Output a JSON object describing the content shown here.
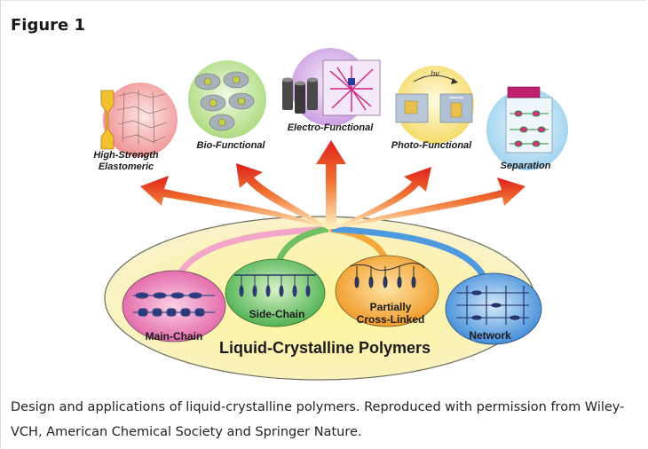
{
  "figure": {
    "title": "Figure 1",
    "caption": "Design and applications of liquid-crystalline polymers. Reproduced with permission from Wiley-VCH, American Chemical Society and Springer Nature."
  },
  "diagram": {
    "base_label": "Liquid-Crystalline Polymers",
    "architectures": [
      {
        "label": "Main-Chain",
        "color": "#e05aa0"
      },
      {
        "label": "Side-Chain",
        "color": "#46b04a"
      },
      {
        "label_line1": "Partially",
        "label_line2": "Cross-Linked",
        "color": "#f29a1f"
      },
      {
        "label": "Network",
        "color": "#3a86d8"
      }
    ],
    "applications": [
      {
        "label_line1": "High-Strength",
        "label_line2": "Elastomeric",
        "color": "#f0a0a0"
      },
      {
        "label": "Bio-Functional",
        "color": "#b8e08a"
      },
      {
        "label": "Electro-Functional",
        "color": "#d4a8e8"
      },
      {
        "label": "Photo-Functional",
        "color": "#f7e07a"
      },
      {
        "label": "Separation",
        "color": "#a8d8f0"
      }
    ],
    "photo_label": "hv"
  }
}
